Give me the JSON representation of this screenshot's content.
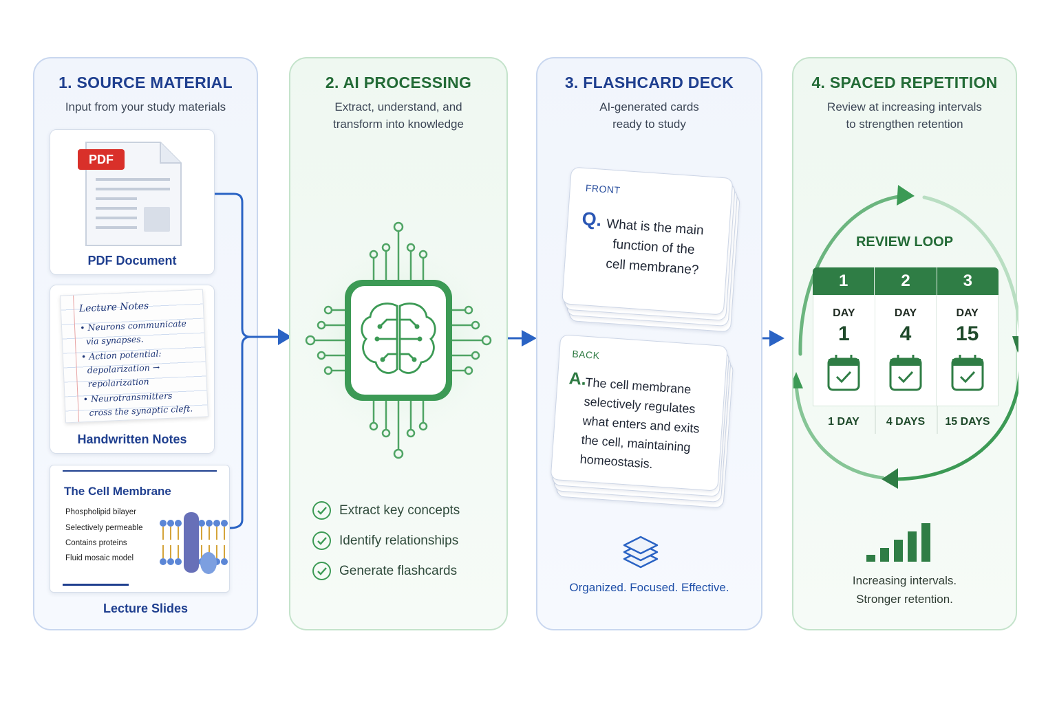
{
  "panels": [
    {
      "title": "1. SOURCE MATERIAL",
      "subtitle": [
        "Input from your study materials"
      ]
    },
    {
      "title": "2. AI PROCESSING",
      "subtitle": [
        "Extract, understand, and",
        "transform into knowledge"
      ]
    },
    {
      "title": "3. FLASHCARD DECK",
      "subtitle": [
        "AI-generated cards",
        "ready to study"
      ]
    },
    {
      "title": "4. SPACED REPETITION",
      "subtitle": [
        "Review at increasing intervals",
        "to strengthen retention"
      ]
    }
  ],
  "sources": {
    "pdf": {
      "badge": "PDF",
      "caption": "PDF Document"
    },
    "notes": {
      "lines": [
        "Lecture Notes",
        "• Neurons communicate",
        "via synapses.",
        "• Action potential:",
        "depolarization →",
        "repolarization",
        "• Neurotransmitters",
        "cross the synaptic cleft."
      ],
      "caption": "Handwritten Notes"
    },
    "slides": {
      "title": "The Cell Membrane",
      "bullets": [
        "Phospholipid bilayer",
        "Selectively permeable",
        "Contains proteins",
        "Fluid mosaic model"
      ],
      "caption": "Lecture Slides"
    }
  },
  "processing": {
    "icon": "brain-chip-icon",
    "steps": [
      "Extract key concepts",
      "Identify relationships",
      "Generate flashcards"
    ]
  },
  "deck": {
    "front": {
      "label": "FRONT",
      "marker": "Q.",
      "text": [
        "What is the main",
        "function of the",
        "cell membrane?"
      ]
    },
    "back": {
      "label": "BACK",
      "marker": "A.",
      "text": [
        "The cell membrane",
        "selectively regulates",
        "what enters and exits",
        "the cell, maintaining",
        "homeostasis."
      ]
    },
    "footer": "Organized. Focused. Effective."
  },
  "repetition": {
    "loop_title": "REVIEW LOOP",
    "columns": [
      {
        "step": "1",
        "day_label": "DAY",
        "day": "1",
        "interval": "1 DAY"
      },
      {
        "step": "2",
        "day_label": "DAY",
        "day": "4",
        "interval": "4 DAYS"
      },
      {
        "step": "3",
        "day_label": "DAY",
        "day": "15",
        "interval": "15 DAYS"
      }
    ],
    "footer": [
      "Increasing intervals.",
      "Stronger retention."
    ]
  },
  "colors": {
    "blue": "#1f3f8f",
    "green": "#2f7d45",
    "arrow_blue": "#2a63c4",
    "pdf_red": "#d9302a"
  }
}
